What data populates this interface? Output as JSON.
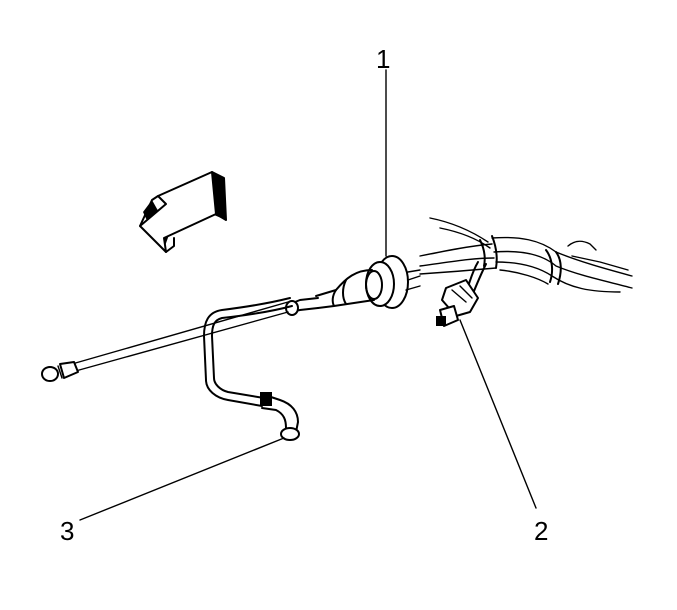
{
  "diagram": {
    "callouts": [
      {
        "id": "callout-1",
        "text": "1"
      },
      {
        "id": "callout-2",
        "text": "2"
      },
      {
        "id": "callout-3",
        "text": "3"
      }
    ],
    "colors": {
      "ink": "#000000",
      "background": "#ffffff"
    },
    "icons": [
      "direction-arrow-icon"
    ]
  }
}
